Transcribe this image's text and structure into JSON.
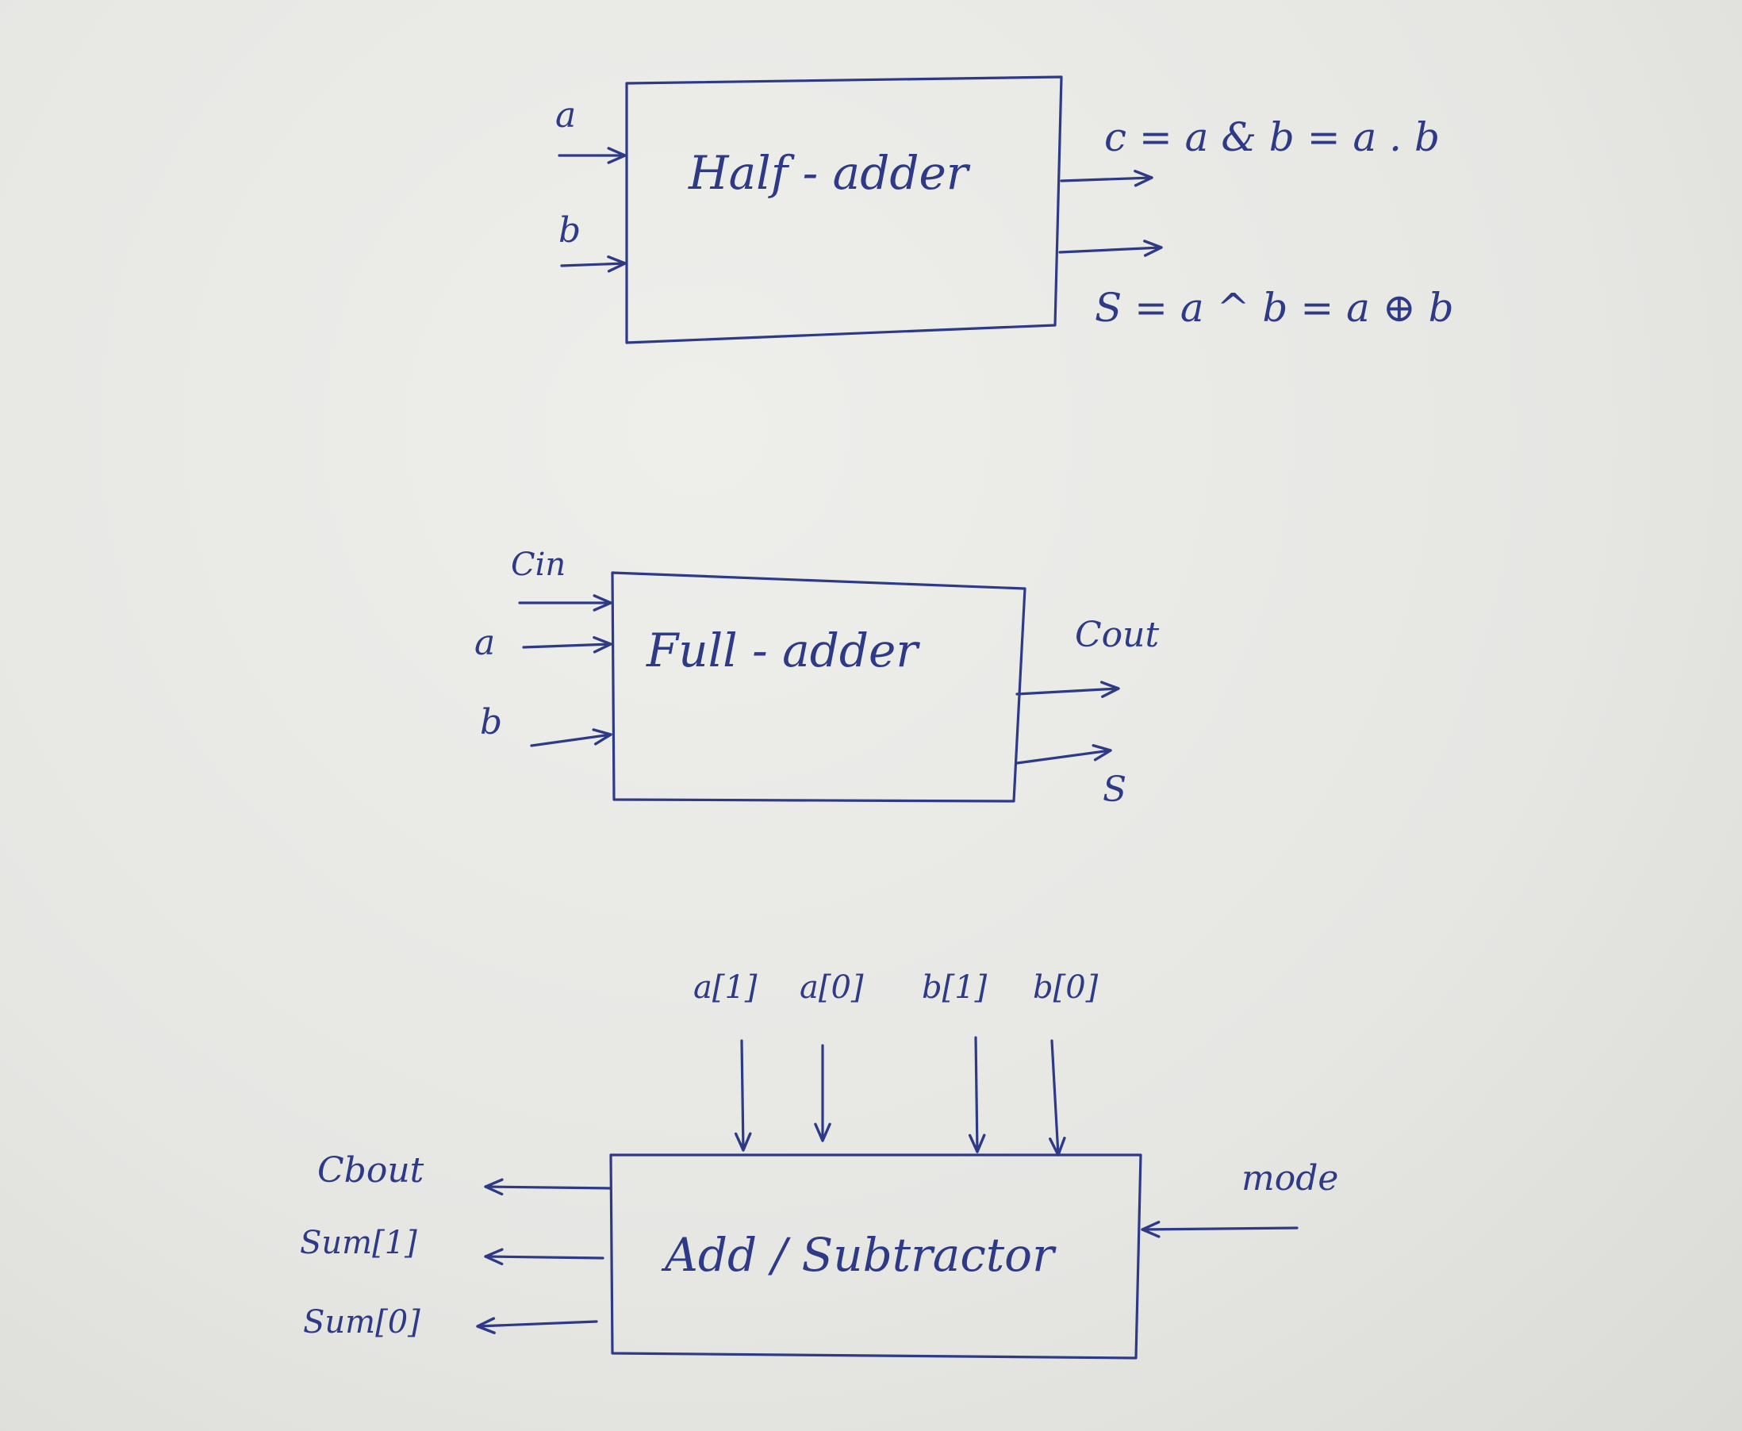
{
  "colors": {
    "ink": "#2e3a86",
    "paper": "#e7e7e4"
  },
  "half_adder": {
    "title": "Half - adder",
    "input_a": "a",
    "input_b": "b",
    "eq_c": "c = a & b = a . b",
    "eq_s": "S = a ^ b = a ⊕ b"
  },
  "full_adder": {
    "title": "Full - adder",
    "input_cin": "Cin",
    "input_a": "a",
    "input_b": "b",
    "output_cout": "Cout",
    "output_s": "S"
  },
  "add_subtractor": {
    "title": "Add / Subtractor",
    "inputs_top": [
      "a[1]",
      "a[0]",
      "b[1]",
      "b[0]"
    ],
    "input_mode": "mode",
    "outputs": [
      "Cbout",
      "Sum[1]",
      "Sum[0]"
    ]
  }
}
